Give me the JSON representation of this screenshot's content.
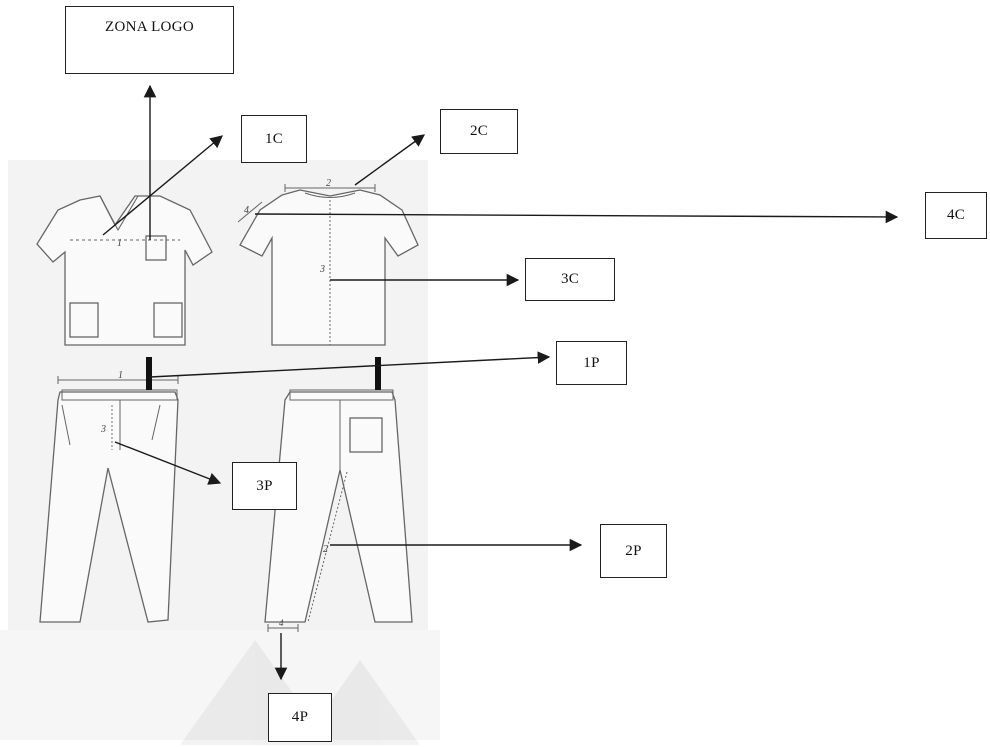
{
  "diagram": {
    "zona_logo": "ZONA LOGO",
    "labels": {
      "c1": "1C",
      "c2": "2C",
      "c3": "3C",
      "c4": "4C",
      "p1": "1P",
      "p2": "2P",
      "p3": "3P",
      "p4": "4P"
    },
    "measure_numbers": {
      "shirt_front_width": "1",
      "shirt_back_shoulder": "2",
      "shirt_back_length": "3",
      "shirt_back_sleeve": "4",
      "pants_waist": "1",
      "pants_rise": "3",
      "pants_back_length": "2",
      "pants_hem": "4"
    }
  },
  "colors": {
    "line": "#1a1a1a",
    "sketch": "#666666",
    "paper": "#f2f2f2"
  }
}
